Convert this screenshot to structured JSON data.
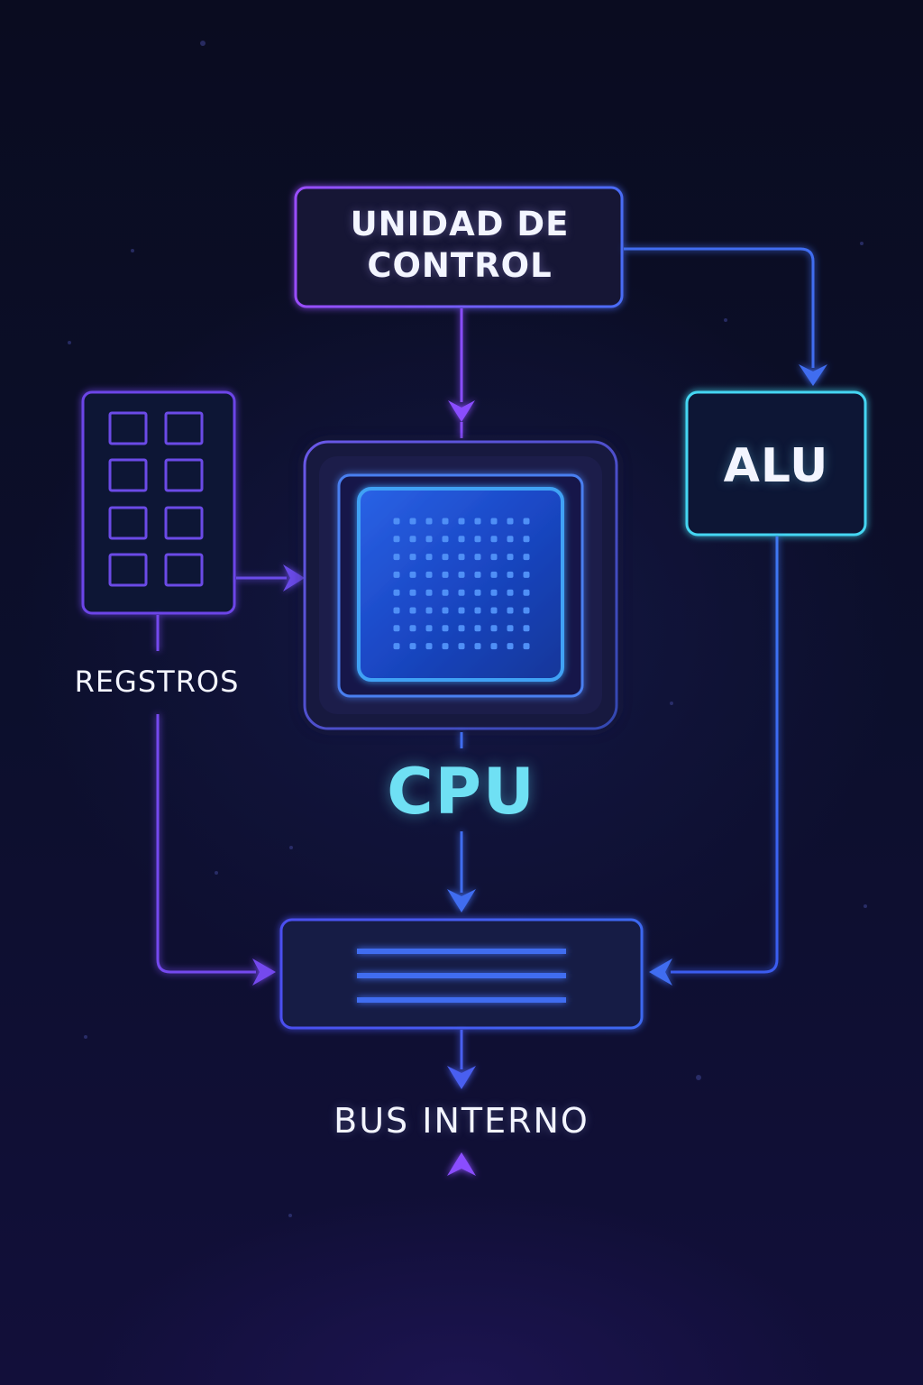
{
  "diagram": {
    "control_unit": {
      "line1": "UNIDAD DE",
      "line2": "CONTROL"
    },
    "alu": {
      "label": "ALU"
    },
    "registers": {
      "label": "REGSTROS",
      "cell_count": 8
    },
    "cpu": {
      "label": "CPU"
    },
    "bus": {
      "label": "BUS INTERNO"
    }
  },
  "colors": {
    "background": "#0b0d24",
    "purple": "#8a4dff",
    "blue": "#3f6df0",
    "cyan": "#45d6f2",
    "cpu_label": "#6fe0f4",
    "text": "#f3f5ff"
  }
}
